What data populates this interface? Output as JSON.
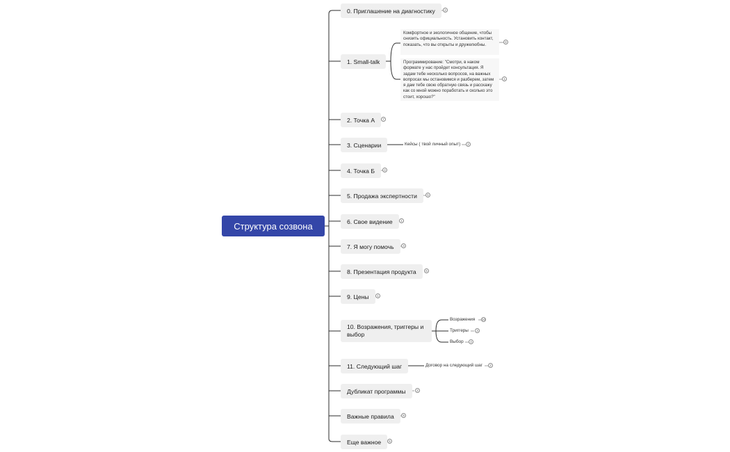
{
  "root": {
    "title": "Структура созвона"
  },
  "branches": [
    {
      "label": "0. Приглашение на диагностику",
      "count": "2"
    },
    {
      "label": "1. Small-talk",
      "children": [
        {
          "text": "Комфортное и экологичное общение, чтобы снизить официальность. Установить контакт, показать, что вы открыты и дружелюбны.",
          "count": "8"
        },
        {
          "text": "Программирование: \"Смотри, в наком формате у нас пройдет консультация. Я задам тебе несколько вопросов, на важных вопросах мы остановимся и разберем, затем я дам тебе свою обратную связь и расскажу как со мной можно поработать и сколько это стоит, хорошо?\"",
          "count": "1"
        }
      ]
    },
    {
      "label": "2. Точка А",
      "count": "7"
    },
    {
      "label": "3. Сценарии",
      "children": [
        {
          "text": "Кейсы ( твой личный опыт)",
          "count": "2"
        }
      ]
    },
    {
      "label": "4. Точка Б",
      "count": "4"
    },
    {
      "label": "5. Продажа экспертности",
      "count": "5"
    },
    {
      "label": "6. Свое видение",
      "count": "1"
    },
    {
      "label": "7. Я могу помочь",
      "count": "3"
    },
    {
      "label": "8. Презентация продукта",
      "count": "6"
    },
    {
      "label": "9. Цены",
      "count": "1"
    },
    {
      "label": "10. Возражения, триггеры и выбор",
      "children": [
        {
          "text": "Возражения",
          "count": "10"
        },
        {
          "text": "Триггеры",
          "count": "3"
        },
        {
          "text": "Выбор",
          "count": "4"
        }
      ]
    },
    {
      "label": "11. Следующий шаг",
      "children": [
        {
          "text": "Договор на следующий шаг",
          "count": "2"
        }
      ]
    },
    {
      "label": "Дубликат программы",
      "count": "2"
    },
    {
      "label": "Важные правила",
      "count": "9"
    },
    {
      "label": "Еще важное",
      "count": "5"
    }
  ]
}
